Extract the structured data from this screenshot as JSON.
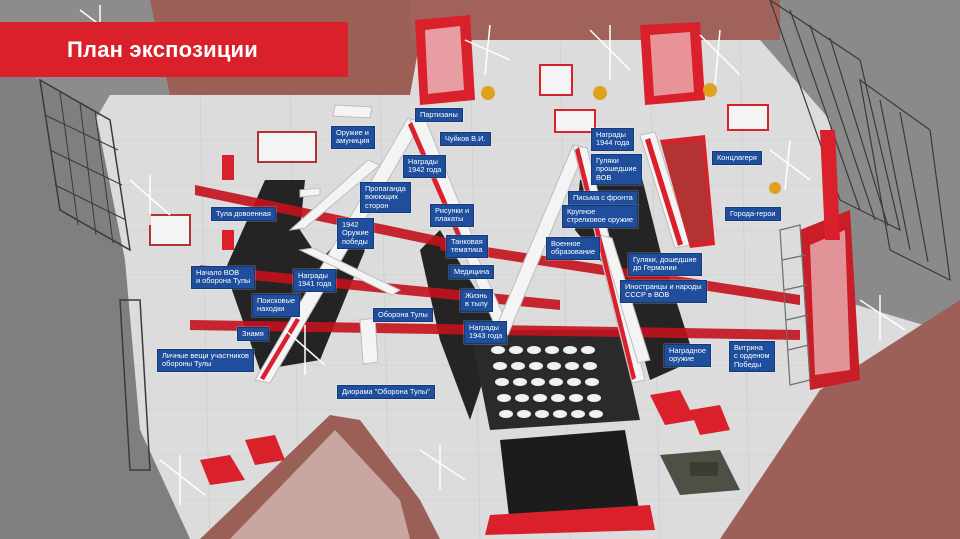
{
  "title": "План экспозиции",
  "colors": {
    "accent": "#d9202b",
    "label_bg": "#1f4e9c",
    "floor": "#d9d9d9",
    "wall": "#9b5f55"
  },
  "labels": {
    "partisans": "Партизаны",
    "weapons_ammo": "Оружие и\nамуниция",
    "chuikov": "Чуйков В.И.",
    "awards_1944": "Награды\n1944 года",
    "awards_1942": "Награды\n1942 года",
    "shells_passed_war": "Гуляки\nпрошедшие\nВОВ",
    "concentration_camp": "Концлагеря",
    "letters_front": "Письма с фронта",
    "propaganda": "Пропаганда\nвоюющих\nсторон",
    "drawings_posters": "Рисунки и\nплакаты",
    "large_caliber": "Крупное\nстрелковое оружие",
    "hero_cities": "Города-герои",
    "prewar_tula": "Тула довоенная",
    "weapons_victory_1942": "1942\nОружие\nпобеды",
    "tank_theme": "Танковая\nтематика",
    "military_education": "Военное\nобразование",
    "shells_germany": "Гуляки, дошедшие\nдо Германии",
    "war_start": "Начало ВОВ\nи оборона Тулы",
    "awards_1941": "Награды\n1941 года",
    "medicine": "Медицина",
    "foreigners": "Иностранцы и народы\nСССР в ВОВ",
    "search_finds": "Поисковые\nнаходки",
    "life_rear": "Жизнь\nв тылу",
    "tula_defense": "Оборона Тулы",
    "banners": "Знамя",
    "awards_1943": "Награды\n1943 года",
    "award_weapons": "Наградное\nоружие",
    "personal_items": "Личные вещи участников\nобороны Тулы",
    "victory_order_showcase": "Витрина\nс орденом\nПобеды",
    "diorama": "Диорама \"Оборона Тулы\""
  }
}
